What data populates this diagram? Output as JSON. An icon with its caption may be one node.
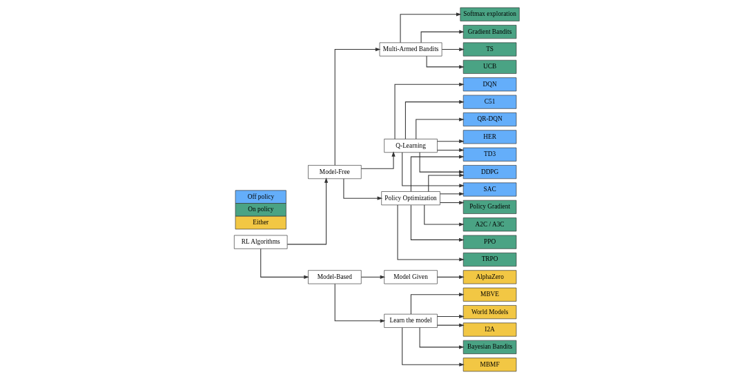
{
  "diagram": {
    "nodes": [
      {
        "text": [
          "RL Algorithms"
        ]
      },
      {
        "text": [
          "Model-Free"
        ]
      },
      {
        "text": [
          "Model-Based"
        ]
      },
      {
        "text": [
          "Multi-Armed Bandits"
        ]
      },
      {
        "text": [
          "TS"
        ]
      },
      {
        "text": [
          "UCB"
        ]
      },
      {
        "text": [
          "Softmax exploration"
        ]
      },
      {
        "text": [
          "Gradient Bandits"
        ]
      },
      {
        "text": [
          "Policy Optimization"
        ]
      },
      {
        "text": [
          "Q-Learning"
        ]
      },
      {
        "text": [
          "Learn the model"
        ]
      },
      {
        "text": [
          "Model Given"
        ]
      },
      {
        "text": [
          "TD3"
        ]
      },
      {
        "text": [
          "DDPG"
        ]
      },
      {
        "text": [
          "Policy Gradient"
        ]
      },
      {
        "text": [
          "SAC"
        ]
      },
      {
        "text": [
          "A2C / A3C"
        ]
      },
      {
        "text": [
          "PPO"
        ]
      },
      {
        "text": [
          "TRPO"
        ]
      },
      {
        "text": [
          "DQN"
        ]
      },
      {
        "text": [
          "C51"
        ]
      },
      {
        "text": [
          "QR-DQN"
        ]
      },
      {
        "text": [
          "HER"
        ]
      },
      {
        "text": [
          "World Models"
        ]
      },
      {
        "text": [
          "I2A"
        ]
      },
      {
        "text": [
          "Bayesian Bandits"
        ]
      },
      {
        "text": [
          "MBMF"
        ]
      },
      {
        "text": [
          "MBVE"
        ]
      },
      {
        "text": [
          "AlphaZero"
        ]
      }
    ],
    "edges": [
      {
        "from": 0,
        "to": 1,
        "arrow": "to"
      },
      {
        "from": 0,
        "to": 2,
        "arrow": "to"
      },
      {
        "from": 1,
        "to": 3,
        "arrow": "to"
      },
      {
        "from": 3,
        "to": 4,
        "arrow": "to"
      },
      {
        "from": 3,
        "to": 5,
        "arrow": "to"
      },
      {
        "from": 3,
        "to": 6,
        "arrow": "to"
      },
      {
        "from": 3,
        "to": 7,
        "arrow": "to"
      },
      {
        "from": 1,
        "to": 8,
        "arrow": "to"
      },
      {
        "from": 1,
        "to": 9,
        "arrow": "to"
      },
      {
        "from": 8,
        "to": 12,
        "arrow": "to"
      },
      {
        "from": 8,
        "to": 13,
        "arrow": "to"
      },
      {
        "from": 8,
        "to": 14,
        "arrow": "to"
      },
      {
        "from": 8,
        "to": 15,
        "arrow": "to"
      },
      {
        "from": 8,
        "to": 16,
        "arrow": "to"
      },
      {
        "from": 8,
        "to": 17,
        "arrow": "to"
      },
      {
        "from": 8,
        "to": 18,
        "arrow": "to"
      },
      {
        "from": 9,
        "to": 12,
        "arrow": "to"
      },
      {
        "from": 9,
        "to": 13,
        "arrow": "to"
      },
      {
        "from": 9,
        "to": 15,
        "arrow": "to"
      },
      {
        "from": 9,
        "to": 19,
        "arrow": "to"
      },
      {
        "from": 9,
        "to": 20,
        "arrow": "to"
      },
      {
        "from": 9,
        "to": 21,
        "arrow": "to"
      },
      {
        "from": 9,
        "to": 22,
        "arrow": "to"
      },
      {
        "from": 2,
        "to": 10,
        "arrow": "to"
      },
      {
        "from": 2,
        "to": 11,
        "arrow": "to"
      },
      {
        "from": 10,
        "to": 23,
        "arrow": "to"
      },
      {
        "from": 10,
        "to": 24,
        "arrow": "to"
      },
      {
        "from": 10,
        "to": 25,
        "arrow": "to"
      },
      {
        "from": 10,
        "to": 26,
        "arrow": "to"
      },
      {
        "from": 10,
        "to": 27,
        "arrow": "to"
      },
      {
        "from": 11,
        "to": 28,
        "arrow": "to"
      }
    ],
    "legend": [
      {
        "text": "Off policy",
        "color": "#64aefa"
      },
      {
        "text": "On policy",
        "color": "#4aa384"
      },
      {
        "text": "Either",
        "color": "#f2c744"
      }
    ]
  }
}
